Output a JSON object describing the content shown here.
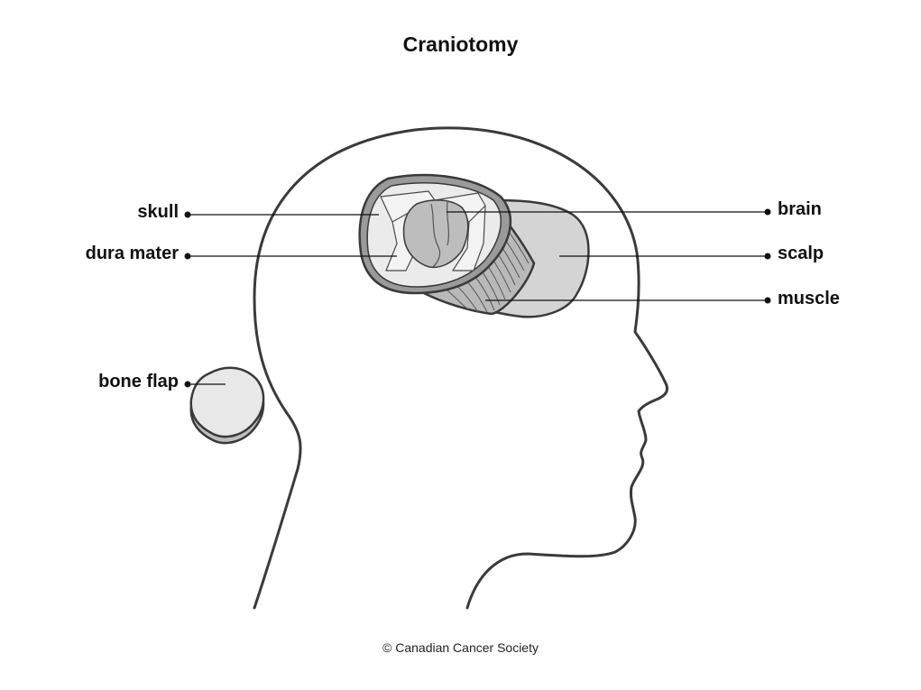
{
  "title": "Craniotomy",
  "credit": "© Canadian Cancer Society",
  "labels": {
    "skull": "skull",
    "dura_mater": "dura mater",
    "bone_flap": "bone flap",
    "brain": "brain",
    "scalp": "scalp",
    "muscle": "muscle"
  },
  "colors": {
    "outline": "#3a3a3a",
    "light_fill": "#e8e8e8",
    "mid_fill": "#d4d4d4",
    "brain_fill": "#bdbdbd"
  }
}
